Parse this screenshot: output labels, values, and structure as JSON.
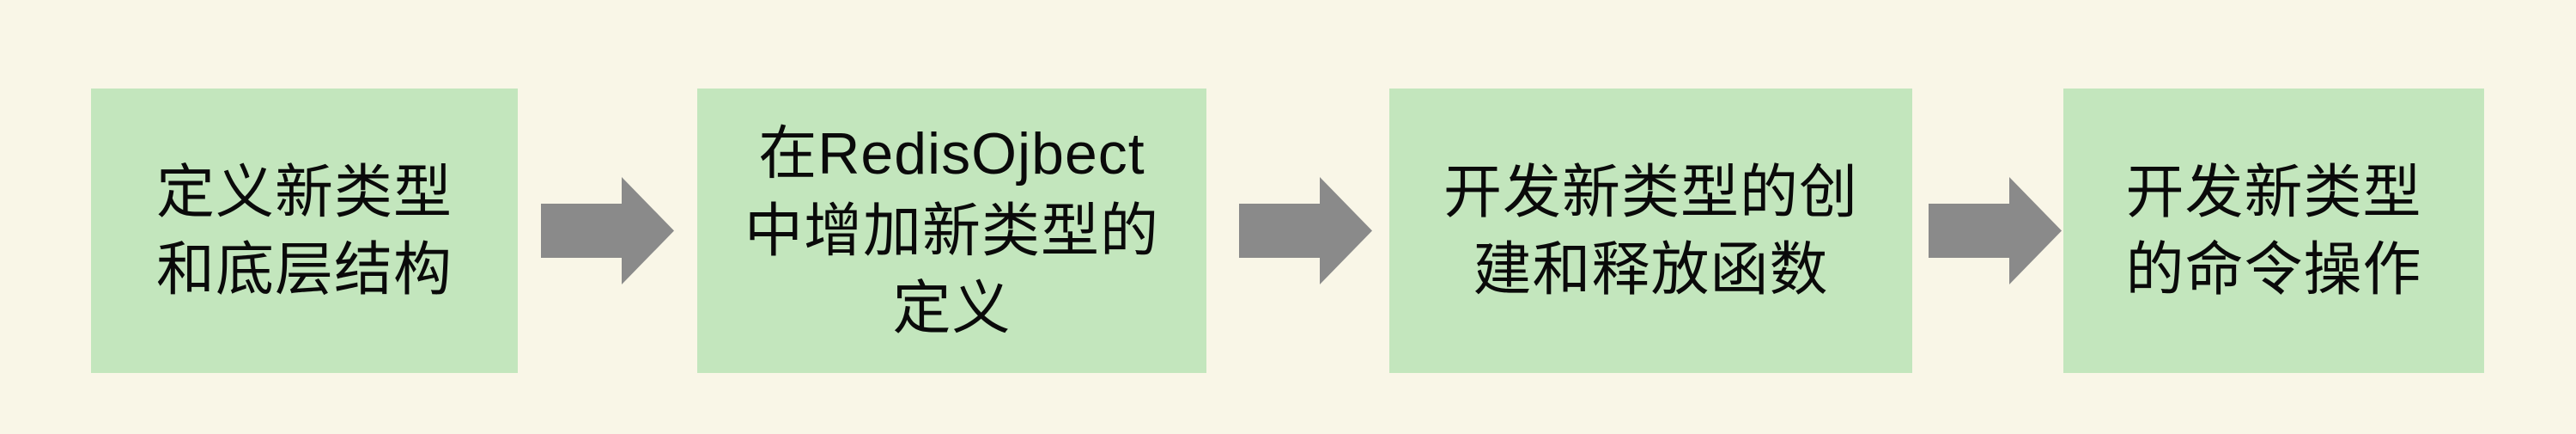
{
  "diagram": {
    "type": "flowchart",
    "direction": "left-to-right",
    "steps": [
      {
        "id": 1,
        "lines": [
          "定义新类型",
          "和底层结构"
        ]
      },
      {
        "id": 2,
        "lines": [
          "在RedisOjbect",
          "中增加新类型的",
          "定义"
        ]
      },
      {
        "id": 3,
        "lines": [
          "开发新类型的创",
          "建和释放函数"
        ]
      },
      {
        "id": 4,
        "lines": [
          "开发新类型",
          "的命令操作"
        ]
      }
    ],
    "connectors": [
      {
        "from": 1,
        "to": 2,
        "shape": "block-arrow-right"
      },
      {
        "from": 2,
        "to": 3,
        "shape": "block-arrow-right"
      },
      {
        "from": 3,
        "to": 4,
        "shape": "block-arrow-right"
      }
    ],
    "colors": {
      "background": "#F9F6E7",
      "box_fill": "#C3E6BD",
      "arrow": "#8A8A8A",
      "text": "#0A0A0A"
    }
  }
}
